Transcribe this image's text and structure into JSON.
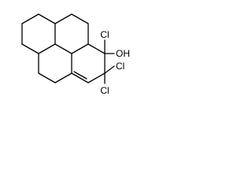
{
  "molecule": {
    "labels": {
      "cl_top": "Cl",
      "oh": "OH",
      "cl_right": "Cl",
      "cl_bottom": "Cl"
    }
  }
}
